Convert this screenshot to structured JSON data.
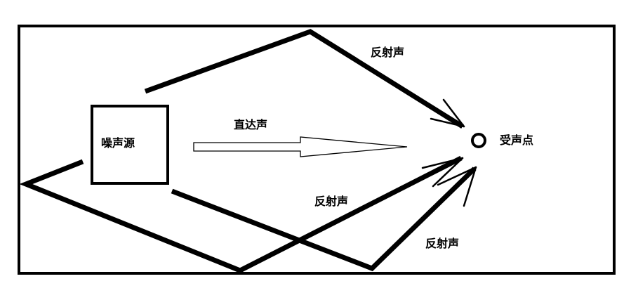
{
  "labels": {
    "noise_source": "噪声源",
    "direct_sound": "直达声",
    "receiver": "受声点",
    "reflected_top": "反射声",
    "reflected_middle": "反射声",
    "reflected_bottom": "反射声"
  },
  "colors": {
    "stroke": "#000000",
    "background": "#ffffff"
  }
}
